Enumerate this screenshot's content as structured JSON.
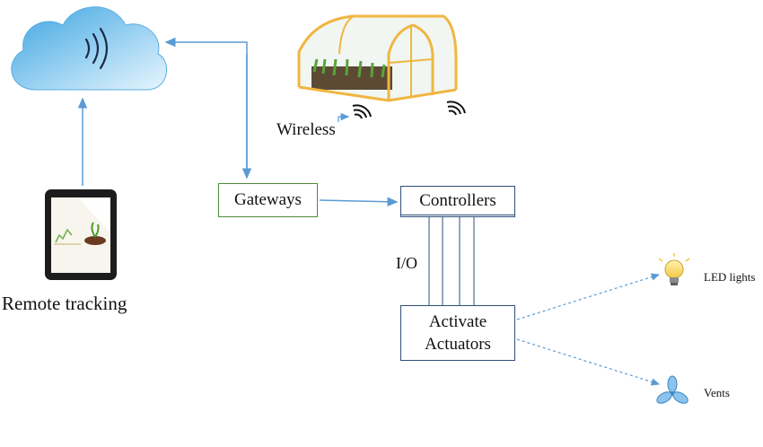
{
  "labels": {
    "remote_tracking": "Remote tracking",
    "wireless": "Wireless",
    "gateways": "Gateways",
    "controllers": "Controllers",
    "io": "I/O",
    "activate_line1": "Activate",
    "activate_line2": "Actuators",
    "led_lights": "LED lights",
    "vents": "Vents"
  },
  "icons": [
    "cloud-icon",
    "tablet-icon",
    "greenhouse-icon",
    "wireless-signal-icon",
    "light-bulb-icon",
    "fan-icon"
  ],
  "colors": {
    "arrow": "#5b9bd5",
    "gateway_border": "#4f8a3a",
    "box_border": "#2f4f7a",
    "cloud": "#7ec3ec",
    "greenhouse_frame": "#f0b640"
  }
}
